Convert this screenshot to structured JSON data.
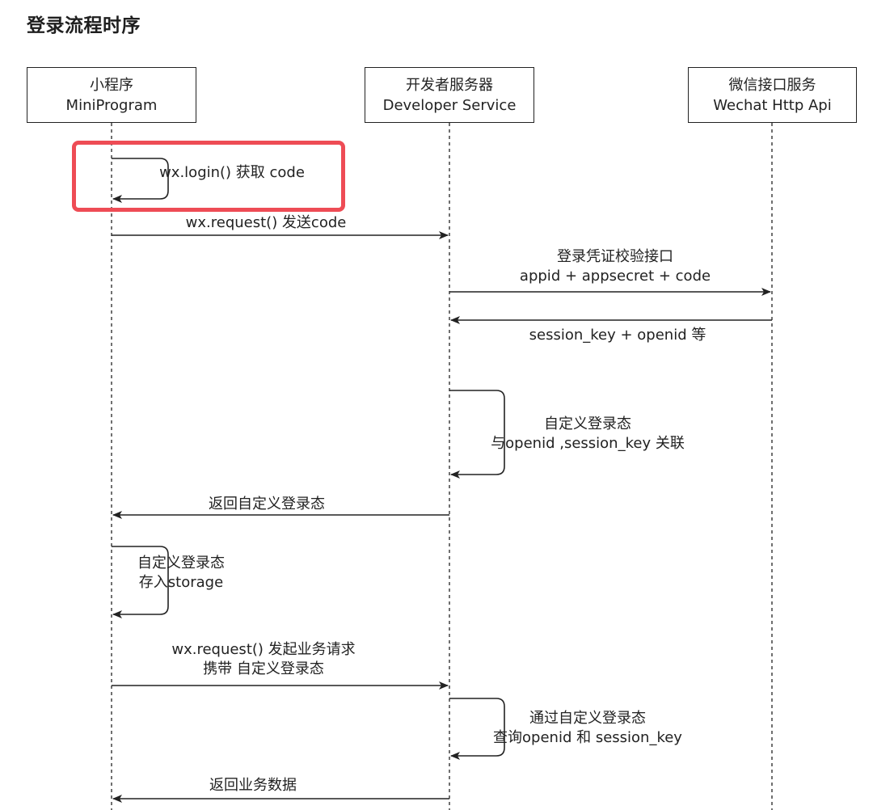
{
  "page": {
    "title": "登录流程时序"
  },
  "colors": {
    "line": "#222222",
    "highlight": "#ee4c55"
  },
  "participants": [
    {
      "name": "小程序",
      "sub": "MiniProgram"
    },
    {
      "name": "开发者服务器",
      "sub": "Developer Service"
    },
    {
      "name": "微信接口服务",
      "sub": "Wechat Http Api"
    }
  ],
  "messages": [
    {
      "kind": "self",
      "lines": [
        "wx.login() 获取 code"
      ]
    },
    {
      "kind": "arrow",
      "from": "小程序",
      "to": "开发者服务器",
      "lines": [
        "wx.request() 发送code"
      ]
    },
    {
      "kind": "arrow",
      "from": "开发者服务器",
      "to": "微信接口服务",
      "lines": [
        "登录凭证校验接口",
        "appid + appsecret + code"
      ]
    },
    {
      "kind": "arrow",
      "from": "微信接口服务",
      "to": "开发者服务器",
      "lines": [
        "session_key + openid 等"
      ]
    },
    {
      "kind": "self",
      "lines": [
        "自定义登录态",
        "与openid ,session_key 关联"
      ]
    },
    {
      "kind": "arrow",
      "from": "开发者服务器",
      "to": "小程序",
      "lines": [
        "返回自定义登录态"
      ]
    },
    {
      "kind": "self",
      "lines": [
        "自定义登录态",
        "存入storage"
      ]
    },
    {
      "kind": "arrow",
      "from": "小程序",
      "to": "开发者服务器",
      "lines": [
        "wx.request() 发起业务请求",
        "携带 自定义登录态"
      ]
    },
    {
      "kind": "self",
      "lines": [
        "通过自定义登录态",
        "查询openid 和 session_key"
      ]
    },
    {
      "kind": "arrow",
      "from": "开发者服务器",
      "to": "小程序",
      "lines": [
        "返回业务数据"
      ]
    }
  ]
}
